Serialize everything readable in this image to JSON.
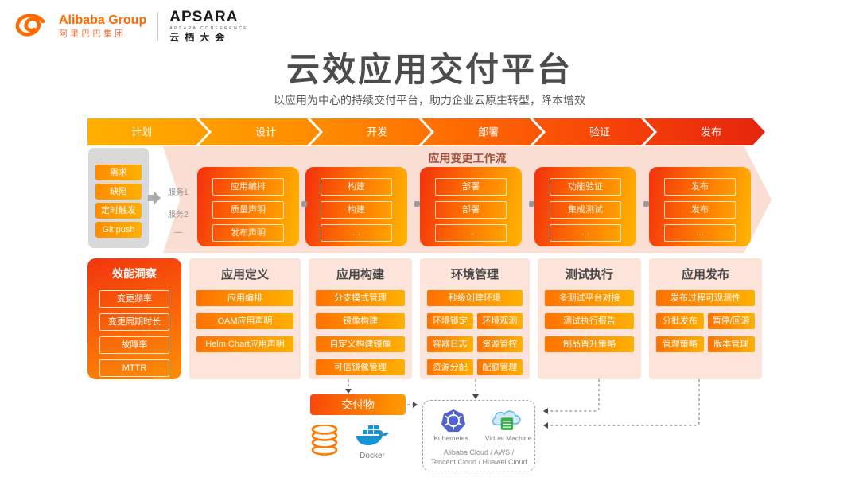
{
  "header": {
    "alibaba_en": "Alibaba Group",
    "alibaba_cn": "阿里巴巴集团",
    "apsara_en": "APSARA",
    "apsara_sub": "APSARA CONFERENCE",
    "apsara_cn": "云栖大会",
    "title": "云效应用交付平台",
    "subtitle": "以应用为中心的持续交付平台，助力企业云原生转型，降本增效"
  },
  "pipeline": {
    "stages": [
      "计划",
      "设计",
      "开发",
      "部署",
      "验证",
      "发布"
    ]
  },
  "workflow": {
    "title": "应用变更工作流",
    "triggers": [
      "需求",
      "缺陷",
      "定时触发",
      "Git push"
    ],
    "lanes": [
      "服务1",
      "服务2",
      "—"
    ],
    "stages": [
      [
        "应用编排",
        "质量声明",
        "发布声明"
      ],
      [
        "构建",
        "构建",
        "..."
      ],
      [
        "部署",
        "部署",
        "..."
      ],
      [
        "功能验证",
        "集成测试",
        "..."
      ],
      [
        "发布",
        "发布",
        "..."
      ]
    ]
  },
  "insight": {
    "title": "效能洞察",
    "metrics": [
      "变更频率",
      "变更周期时长",
      "故障率",
      "MTTR"
    ]
  },
  "capabilities": [
    {
      "title": "应用定义",
      "rows": [
        [
          "应用编排"
        ],
        [
          "OAM应用声明"
        ],
        [
          "Helm Chart应用声明"
        ]
      ]
    },
    {
      "title": "应用构建",
      "rows": [
        [
          "分支模式管理"
        ],
        [
          "镜像构建"
        ],
        [
          "自定义构建镜像"
        ],
        [
          "可信镜像管理"
        ]
      ]
    },
    {
      "title": "环境管理",
      "rows": [
        [
          "秒级创建环境"
        ],
        [
          "环境锁定",
          "环境观测"
        ],
        [
          "容器日志",
          "资源管控"
        ],
        [
          "资源分配",
          "配额管理"
        ]
      ]
    },
    {
      "title": "测试执行",
      "rows": [
        [
          "多测试平台对接"
        ],
        [
          "测试执行报告"
        ],
        [
          "制品晋升策略"
        ]
      ]
    },
    {
      "title": "应用发布",
      "rows": [
        [
          "发布过程可观测性"
        ],
        [
          "分批发布",
          "暂停/回滚"
        ],
        [
          "管理策略",
          "版本管理"
        ]
      ]
    }
  ],
  "delivery": {
    "label": "交付物",
    "docker": "Docker",
    "kubernetes": "Kubernetes",
    "vm": "Virtual Machine",
    "clouds_line1": "Alibaba Cloud / AWS /",
    "clouds_line2": "Tencent Cloud / Huawei Cloud"
  },
  "colors": {
    "brand_orange": "#ff6a00",
    "gradient_red": "#f4300d",
    "gradient_yellow": "#ffb600",
    "band_pink": "#fbded3",
    "column_pink": "#fce4da"
  }
}
